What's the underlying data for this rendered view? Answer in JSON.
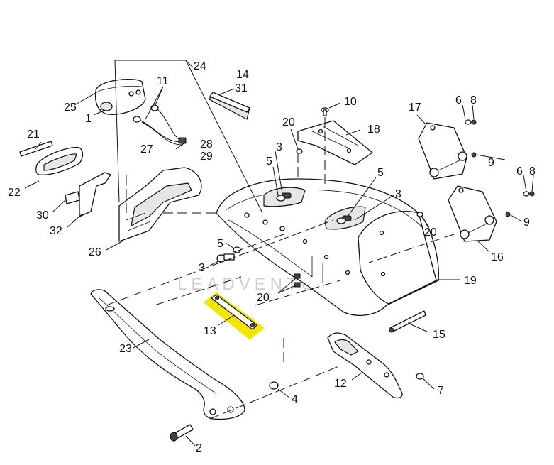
{
  "watermark": "LEADVENTURE",
  "highlight_color": "#f2e600",
  "labels": {
    "l1": "1",
    "l2": "2",
    "l3a": "3",
    "l3b": "3",
    "l3c": "3",
    "l4": "4",
    "l5a": "5",
    "l5b": "5",
    "l5c": "5",
    "l6a": "6",
    "l6b": "6",
    "l7": "7",
    "l8": "8",
    "l9a": "9",
    "l9b": "9",
    "l10": "10",
    "l11": "11",
    "l12": "12",
    "l13": "13",
    "l14": "14",
    "l15": "15",
    "l16": "16",
    "l17": "17",
    "l18": "18",
    "l19": "19",
    "l20a": "20",
    "l20b": "20",
    "l20c": "20",
    "l21": "21",
    "l22": "22",
    "l23": "23",
    "l24": "24",
    "l25": "25",
    "l26": "26",
    "l27": "27",
    "l28": "28",
    "l29": "29",
    "l30": "30",
    "l31": "31",
    "l32": "32"
  }
}
